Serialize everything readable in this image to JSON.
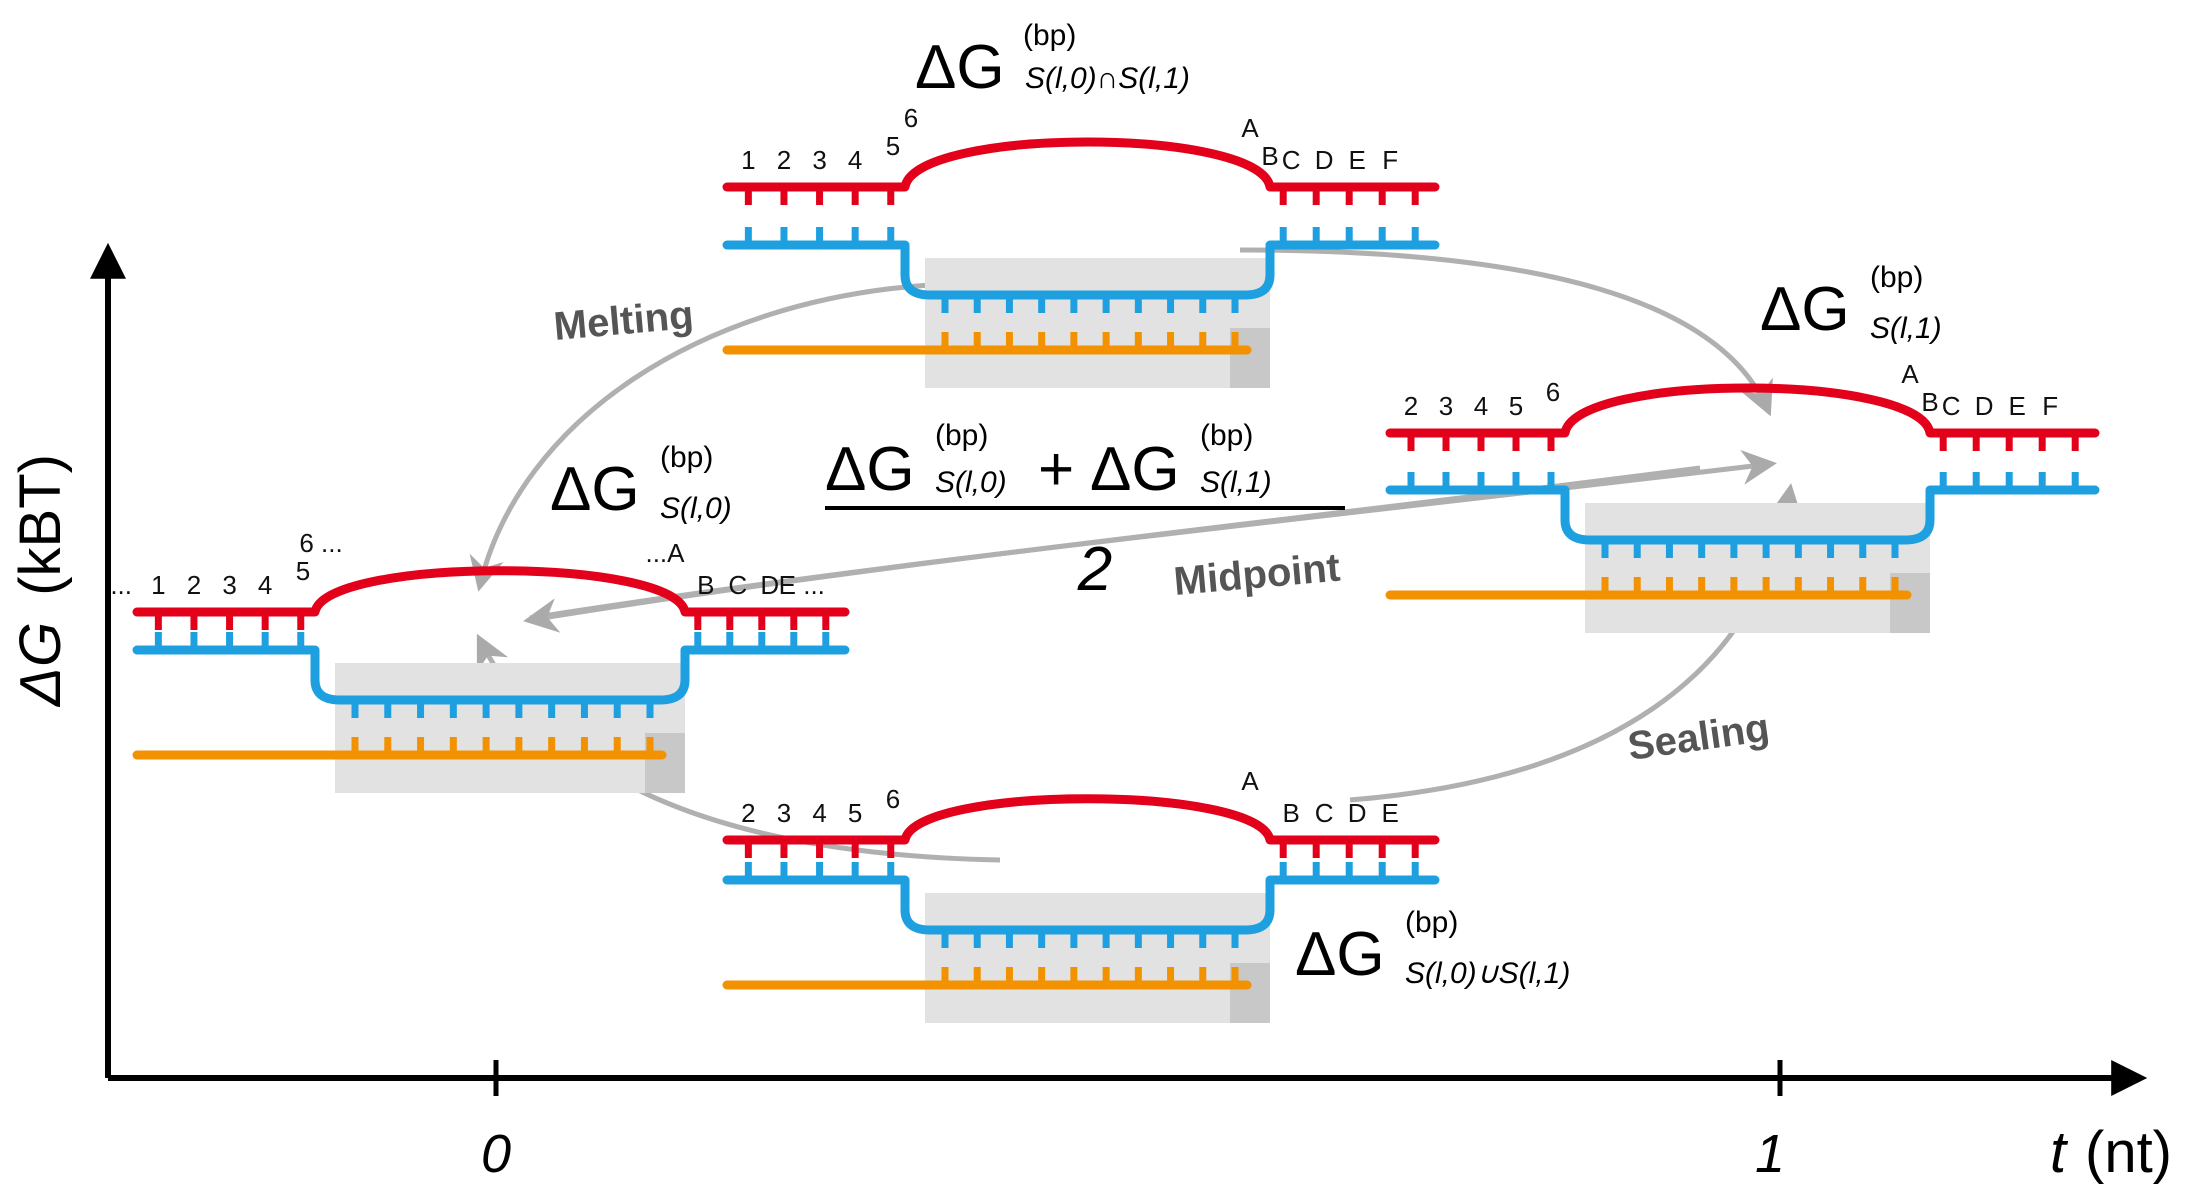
{
  "axes": {
    "y_label_prefix": "ΔG",
    "y_label_unit": "(kBT)",
    "x_label_var": "t",
    "x_label_unit": "(nt)",
    "x_ticks": [
      "0",
      "1"
    ]
  },
  "transitions": {
    "melting": "Melting",
    "midpoint": "Midpoint",
    "sealing": "Sealing"
  },
  "energies": {
    "intersection": {
      "main": "ΔG",
      "sup": "(bp)",
      "sub": "S(l,0)∩S(l,1)"
    },
    "state0": {
      "main": "ΔG",
      "sup": "(bp)",
      "sub": "S(l,0)"
    },
    "state1": {
      "main": "ΔG",
      "sup": "(bp)",
      "sub": "S(l,1)"
    },
    "union": {
      "main": "ΔG",
      "sup": "(bp)",
      "sub": "S(l,0)∪S(l,1)"
    },
    "midpoint_formula": {
      "num_main1": "ΔG",
      "num_sup1": "(bp)",
      "num_sub1": "S(l,0)",
      "plus": "+",
      "num_main2": "ΔG",
      "num_sup2": "(bp)",
      "num_sub2": "S(l,1)",
      "denominator": "2"
    }
  },
  "bubbles": {
    "top": {
      "left_labels": [
        "1",
        "2",
        "3",
        "4"
      ],
      "left_edge_labels": [
        "5",
        "6"
      ],
      "right_edge_labels": [
        "A",
        "B"
      ],
      "right_labels": [
        "C",
        "D",
        "E",
        "F"
      ]
    },
    "left": {
      "left_prefix": "...",
      "left_labels": [
        "1",
        "2",
        "3",
        "4"
      ],
      "left_edge_labels": [
        "5",
        "6 ..."
      ],
      "right_edge_labels": [
        "...A"
      ],
      "right_labels": [
        "B",
        "C",
        "D",
        "E ..."
      ]
    },
    "right": {
      "left_labels": [
        "2",
        "3",
        "4",
        "5"
      ],
      "left_edge_labels": [
        "6"
      ],
      "right_edge_labels": [
        "A",
        "B"
      ],
      "right_labels": [
        "C",
        "D",
        "E",
        "F"
      ]
    },
    "bottom": {
      "left_labels": [
        "2",
        "3",
        "4",
        "5"
      ],
      "left_edge_labels": [
        "6"
      ],
      "right_edge_labels": [
        "A"
      ],
      "right_labels": [
        "B",
        "C",
        "D",
        "E"
      ]
    }
  },
  "colors": {
    "template_strand": "#e3001b",
    "nontemplate_strand": "#1ea0e0",
    "rna": "#f39200",
    "polymerase": "#e2e2e2",
    "polymerase_dark": "#c8c8c8",
    "arrows": "#b0b0b0",
    "labels": "#555555"
  }
}
